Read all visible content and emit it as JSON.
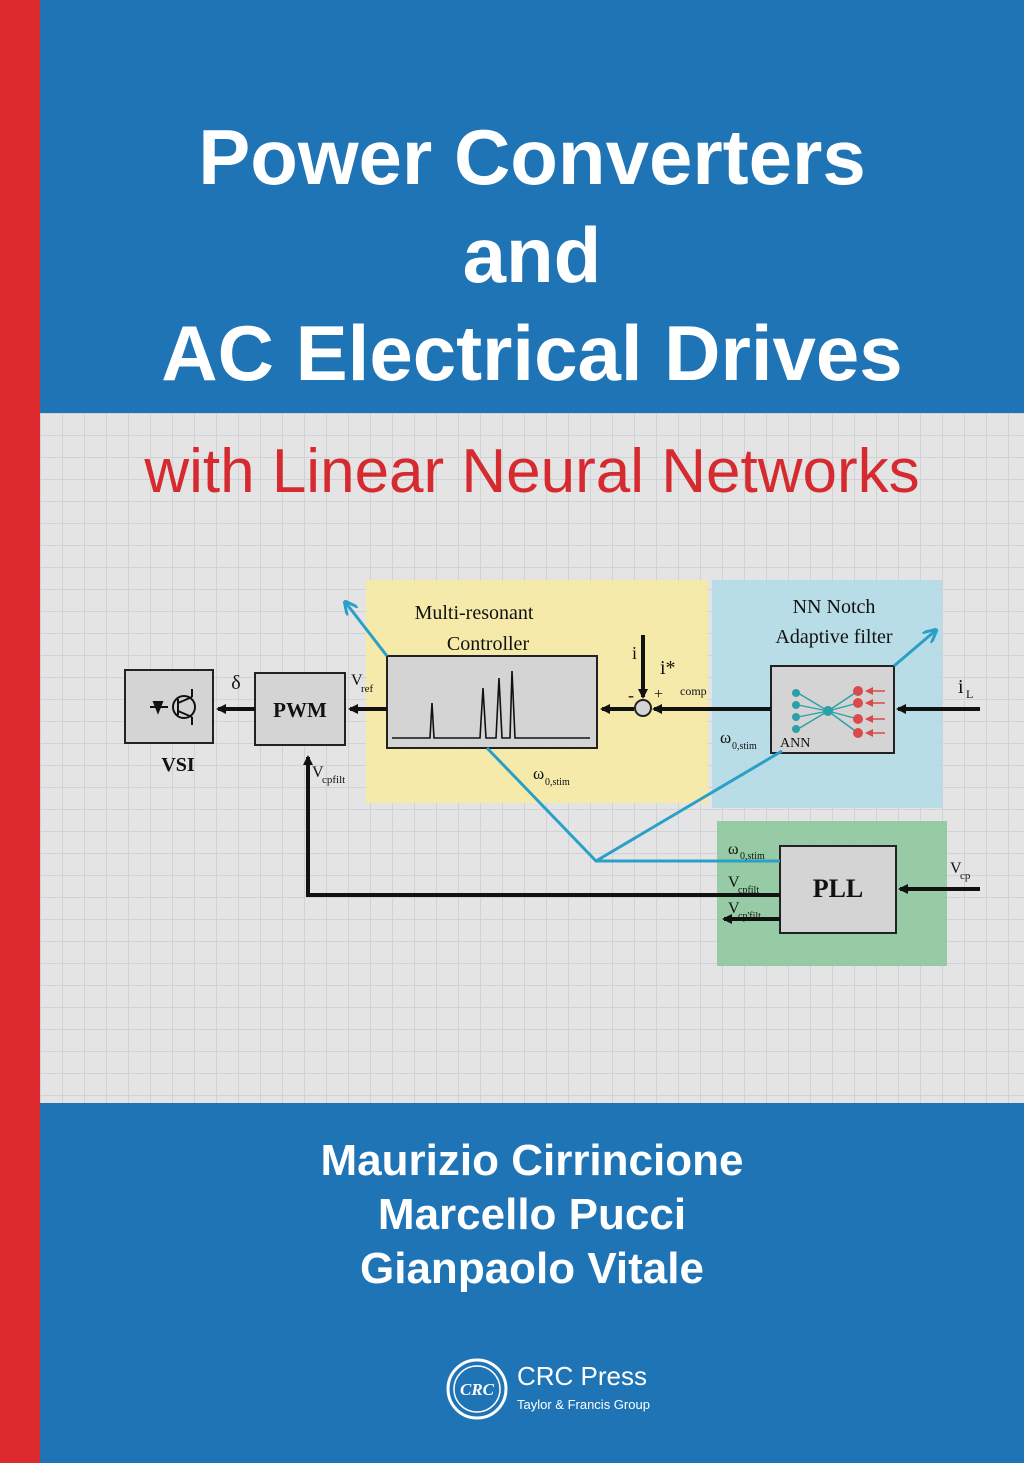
{
  "cover": {
    "title_lines": [
      "Power Converters",
      "and",
      "AC Electrical Drives"
    ],
    "subtitle": "with Linear Neural Networks",
    "authors": [
      "Maurizio Cirrincione",
      "Marcello Pucci",
      "Gianpaolo Vitale"
    ],
    "publisher": {
      "name": "CRC Press",
      "group": "Taylor & Francis Group",
      "logo_text": "CRC",
      "logo_icon": "crc-press-logo"
    },
    "colors": {
      "background_blue": "#1f74b6",
      "spine_red": "#dc2a2f",
      "subtitle_red": "#d52b30",
      "diagram_band": "#e4e4e4",
      "controller_yellow": "#f6eaa3",
      "filter_cyan": "#b3dbe5",
      "pll_green": "#8ec89e",
      "signal_cyan": "#2a9fc8"
    }
  },
  "diagram": {
    "vsi_label": "VSI",
    "delta_label": "δ",
    "pwm_label": "PWM",
    "controller_title_1": "Multi-resonant",
    "controller_title_2": "Controller",
    "filter_title_1": "NN Notch",
    "filter_title_2": "Adaptive filter",
    "ann_label": "ANN",
    "pll_label": "PLL",
    "plus_sign": "+",
    "minus_sign": "-",
    "signals": {
      "v_main": "V",
      "v_ref_sub": "ref",
      "v_cpfilt_main": "V",
      "v_cpfilt_sub": "cpfilt",
      "i_in": "i",
      "i_comp_main": "i*",
      "i_comp_sub": "comp",
      "omega_main": "ω",
      "omega_sub": "0,stim",
      "i_l_main": "i",
      "i_l_sub": "L",
      "v_cp_main": "V",
      "v_cp_sub": "cp",
      "v_cpfilt2_main": "V",
      "v_cpfilt2_sub": "cp'filt"
    }
  }
}
